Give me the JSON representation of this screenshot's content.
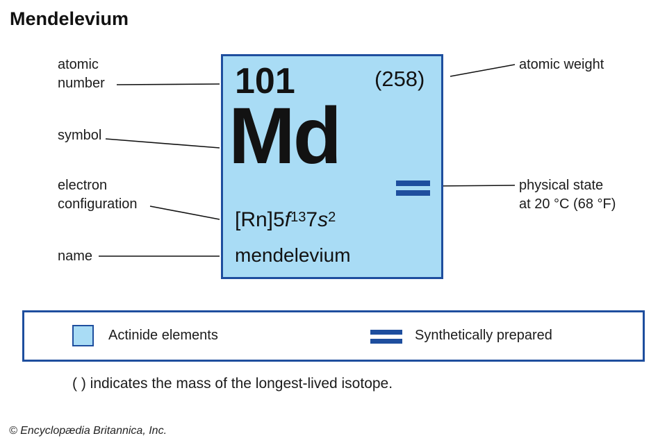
{
  "title": "Mendelevium",
  "colors": {
    "card_fill": "#a9dcf5",
    "card_border": "#1e4e9e",
    "bar_color": "#1e4e9e",
    "text": "#1a1a1a"
  },
  "card": {
    "atomic_number": "101",
    "atomic_weight": "(258)",
    "symbol": "Md",
    "electron_configuration": {
      "p1": "[Rn]5",
      "f": "f",
      "sup1": "13",
      "p2": "7",
      "s": "s",
      "sup2": "2"
    },
    "name": "mendelevium"
  },
  "left_labels": {
    "atomic_number_line1": "atomic",
    "atomic_number_line2": "number",
    "symbol": "symbol",
    "electron_line1": "electron",
    "electron_line2": "configuration",
    "name": "name"
  },
  "right_labels": {
    "atomic_weight": "atomic weight",
    "physical_state_line1": "physical state",
    "physical_state_line2": "at 20 °C (68 °F)"
  },
  "legend": {
    "actinide_label": "Actinide elements",
    "synthetic_label": "Synthetically prepared",
    "actinide_swatch": "light-blue-square",
    "synthetic_icon": "double-blue-bars"
  },
  "footnote": "( ) indicates the mass of the longest-lived isotope.",
  "copyright": "© Encyclopædia Britannica, Inc."
}
